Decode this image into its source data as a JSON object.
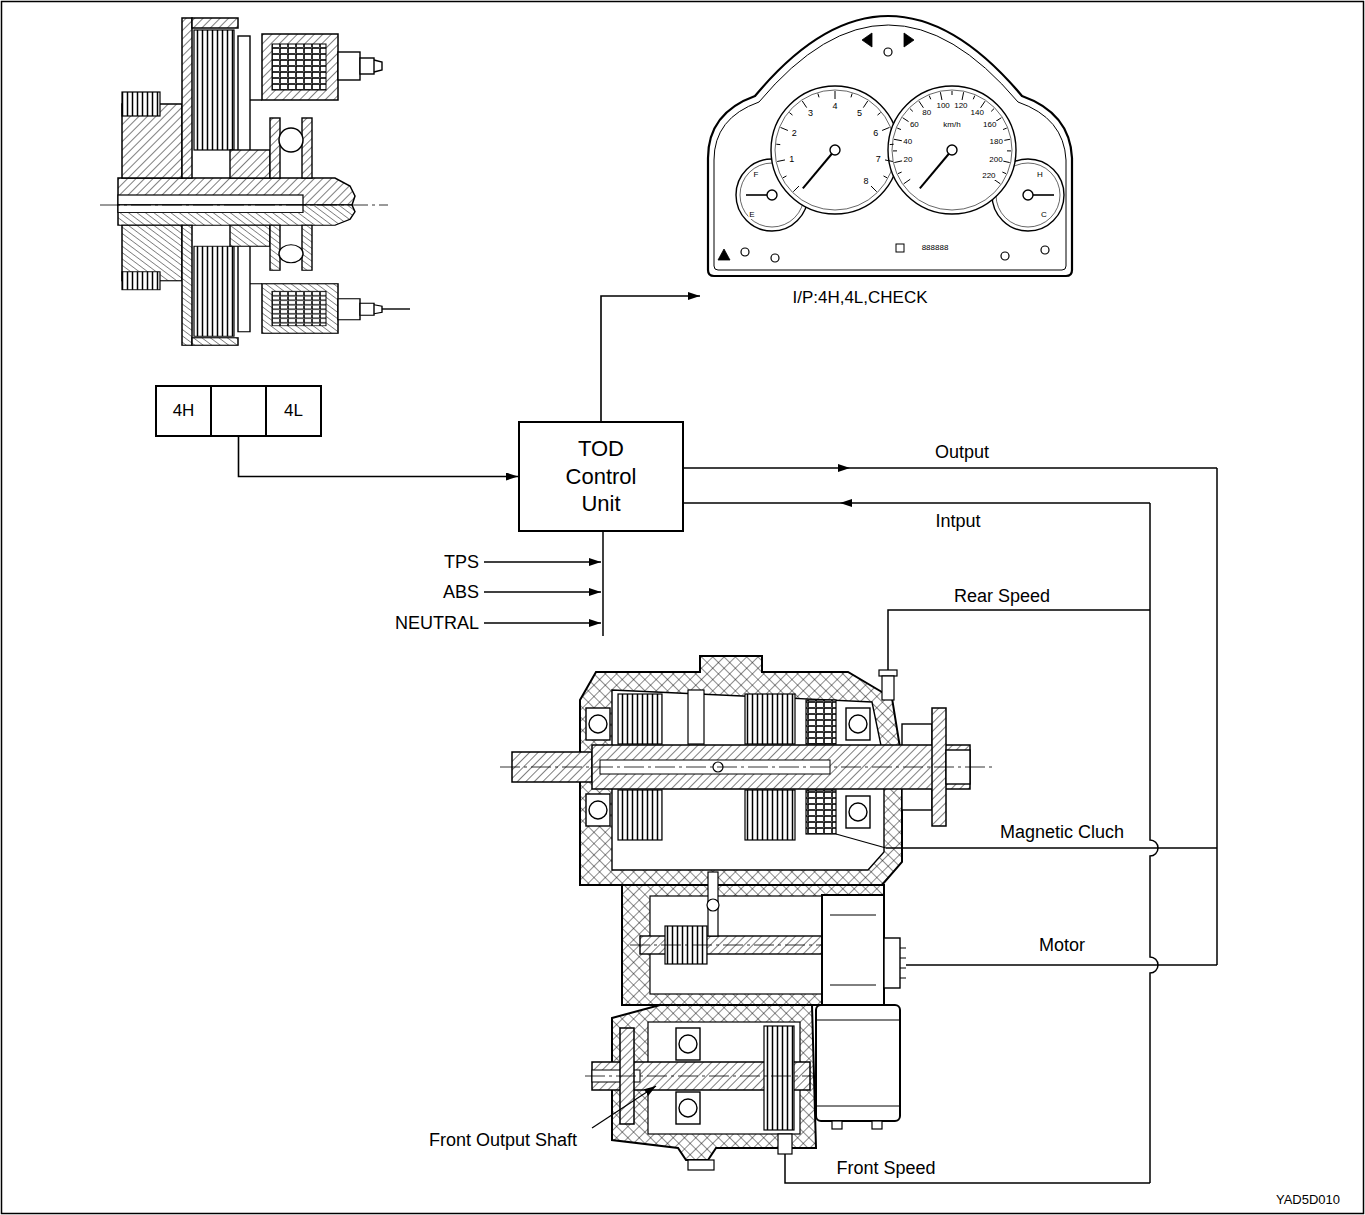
{
  "diagram": {
    "nodes": [
      {
        "text": [
          "I/P:4H,4L,CHECK"
        ]
      },
      {
        "text": [
          "4H",
          "4L"
        ]
      },
      {
        "text": [
          "TOD Control Unit"
        ]
      }
    ],
    "edges": [
      {
        "from": 1,
        "to": 2,
        "arrow": "to"
      },
      {
        "from": 2,
        "to": 0,
        "arrow": "to"
      }
    ],
    "labels": [
      "1",
      "2",
      "3",
      "4",
      "5",
      "6",
      "7",
      "8",
      "20",
      "40",
      "60",
      "80",
      "100",
      "120",
      "140",
      "160",
      "180",
      "200",
      "220",
      "km/h",
      "F",
      "E",
      "H",
      "C",
      "888888",
      "Output",
      "Intput",
      "TPS",
      "ABS",
      "NEUTRAL",
      "Rear Speed",
      "Magnetic Cluch",
      "Motor",
      "Front Output Shaft",
      "Front Speed",
      "YAD5D010"
    ]
  }
}
